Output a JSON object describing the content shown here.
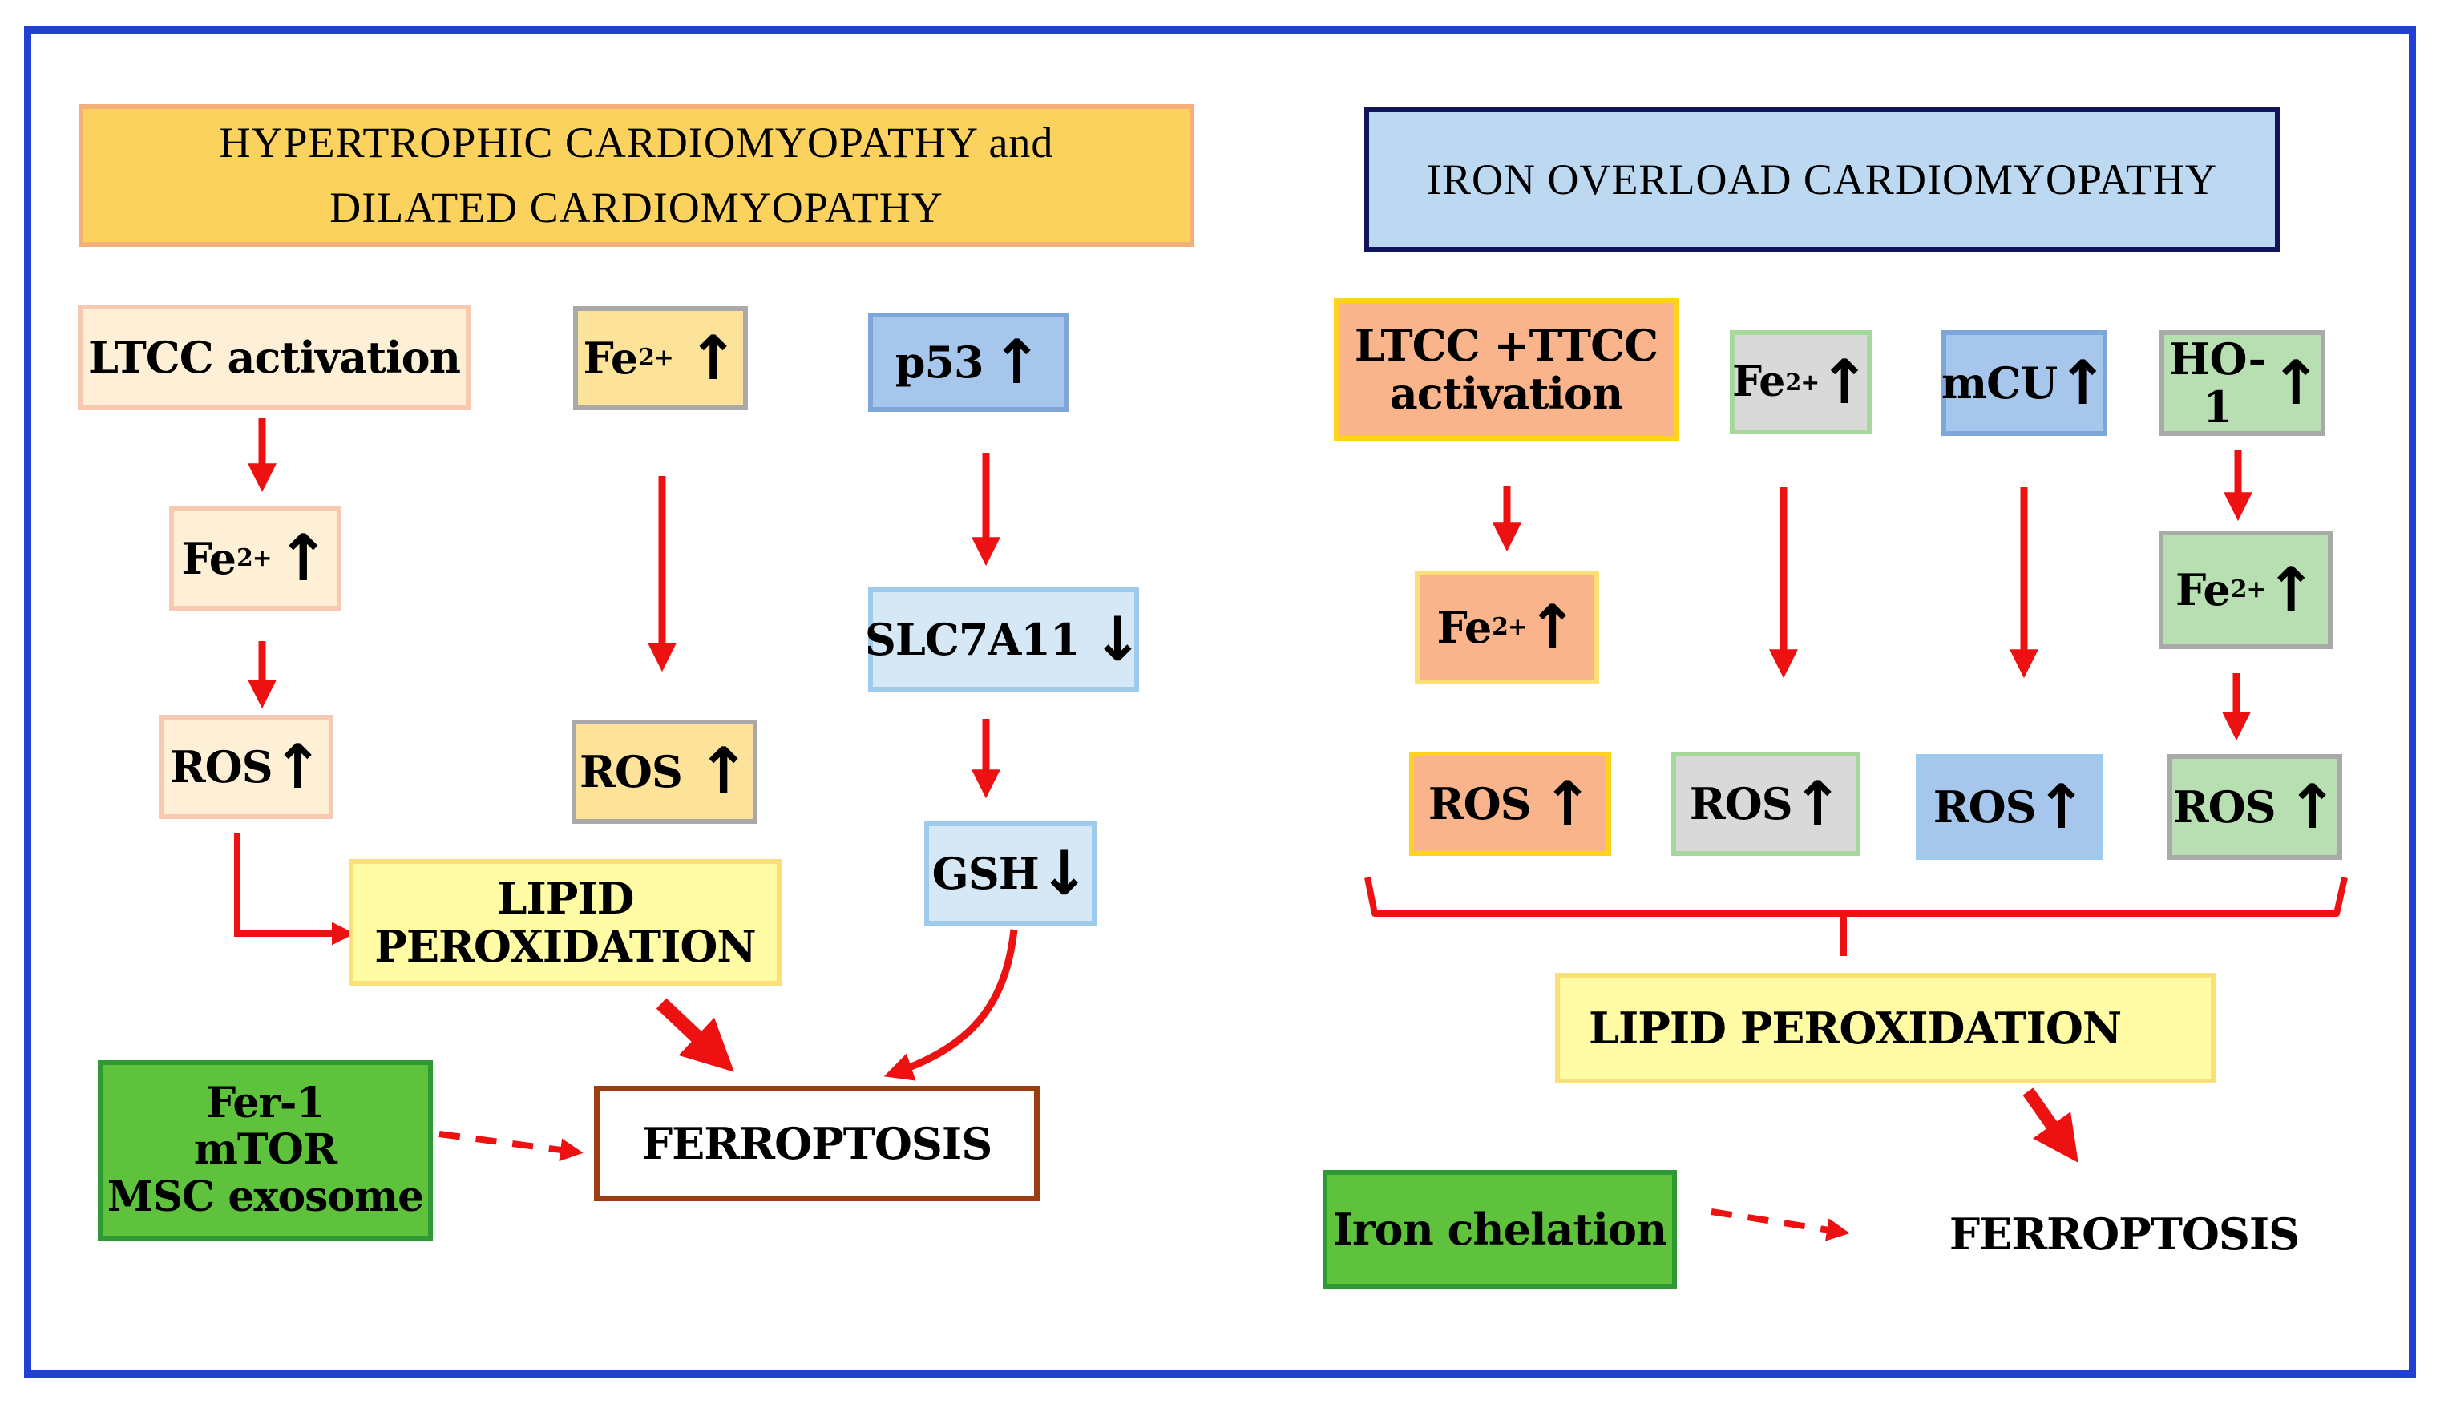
{
  "left_panel": {
    "title": "HYPERTROPHIC CARDIOMYOPATHY and DILATED CARDIOMYOPATHY",
    "title_line1": "HYPERTROPHIC CARDIOMYOPATHY and",
    "title_line2": "DILATED CARDIOMYOPATHY",
    "ltcc": "LTCC activation",
    "fe": "Fe",
    "fe_charge": "2+",
    "ros": "ROS",
    "p53": "p53",
    "slc7a11": "SLC7A11",
    "gsh": "GSH",
    "lipid_line1": "LIPID",
    "lipid_line2": "PEROXIDATION",
    "inhibitors": [
      "Fer-1",
      "mTOR",
      "MSC exosome"
    ],
    "ferroptosis": "FERROPTOSIS"
  },
  "right_panel": {
    "title": "IRON OVERLOAD CARDIOMYOPATHY",
    "ltcc_line1": "LTCC +TTCC",
    "ltcc_line2": "activation",
    "fe": "Fe",
    "fe_charge": "2+",
    "mcu": "mCU",
    "ho1": "HO-1",
    "ros": "ROS",
    "lipid": "LIPID PEROXIDATION",
    "inhibitor": "Iron chelation",
    "ferroptosis": "FERROPTOSIS"
  },
  "symbols": {
    "up": "↑",
    "down": "↓"
  },
  "colors": {
    "frame": "#1f3fd6",
    "arrow": "#ee1111",
    "peach_fill": "#fdf0d6",
    "peach_border": "#f6c9b0",
    "tan_fill": "#fde39a",
    "gray_border": "#a9a9a9",
    "blue_fill": "#a6c6ec",
    "blue_border": "#7ea6d8",
    "lightblue_fill": "#d6e8f6",
    "lightblue_border": "#9ecbec",
    "lightyellow_fill": "#fffca5",
    "yellow_border": "#fbe07a",
    "green_fill": "#5ec23c",
    "green_border": "#2f9a35",
    "ferroptosis_border": "#9b3e12",
    "orange_fill": "#f9b48c",
    "orange_border": "#ffd21d",
    "lightgray_fill": "#d9d9d9",
    "lightgreen_border": "#a5d89a",
    "mintgreen_fill": "#b8dfb2",
    "headerblue_fill": "#bdd9f2",
    "headerblue_border": "#10155c",
    "headerorange_fill": "#fbd25e",
    "headerorange_border": "#f5b079"
  }
}
